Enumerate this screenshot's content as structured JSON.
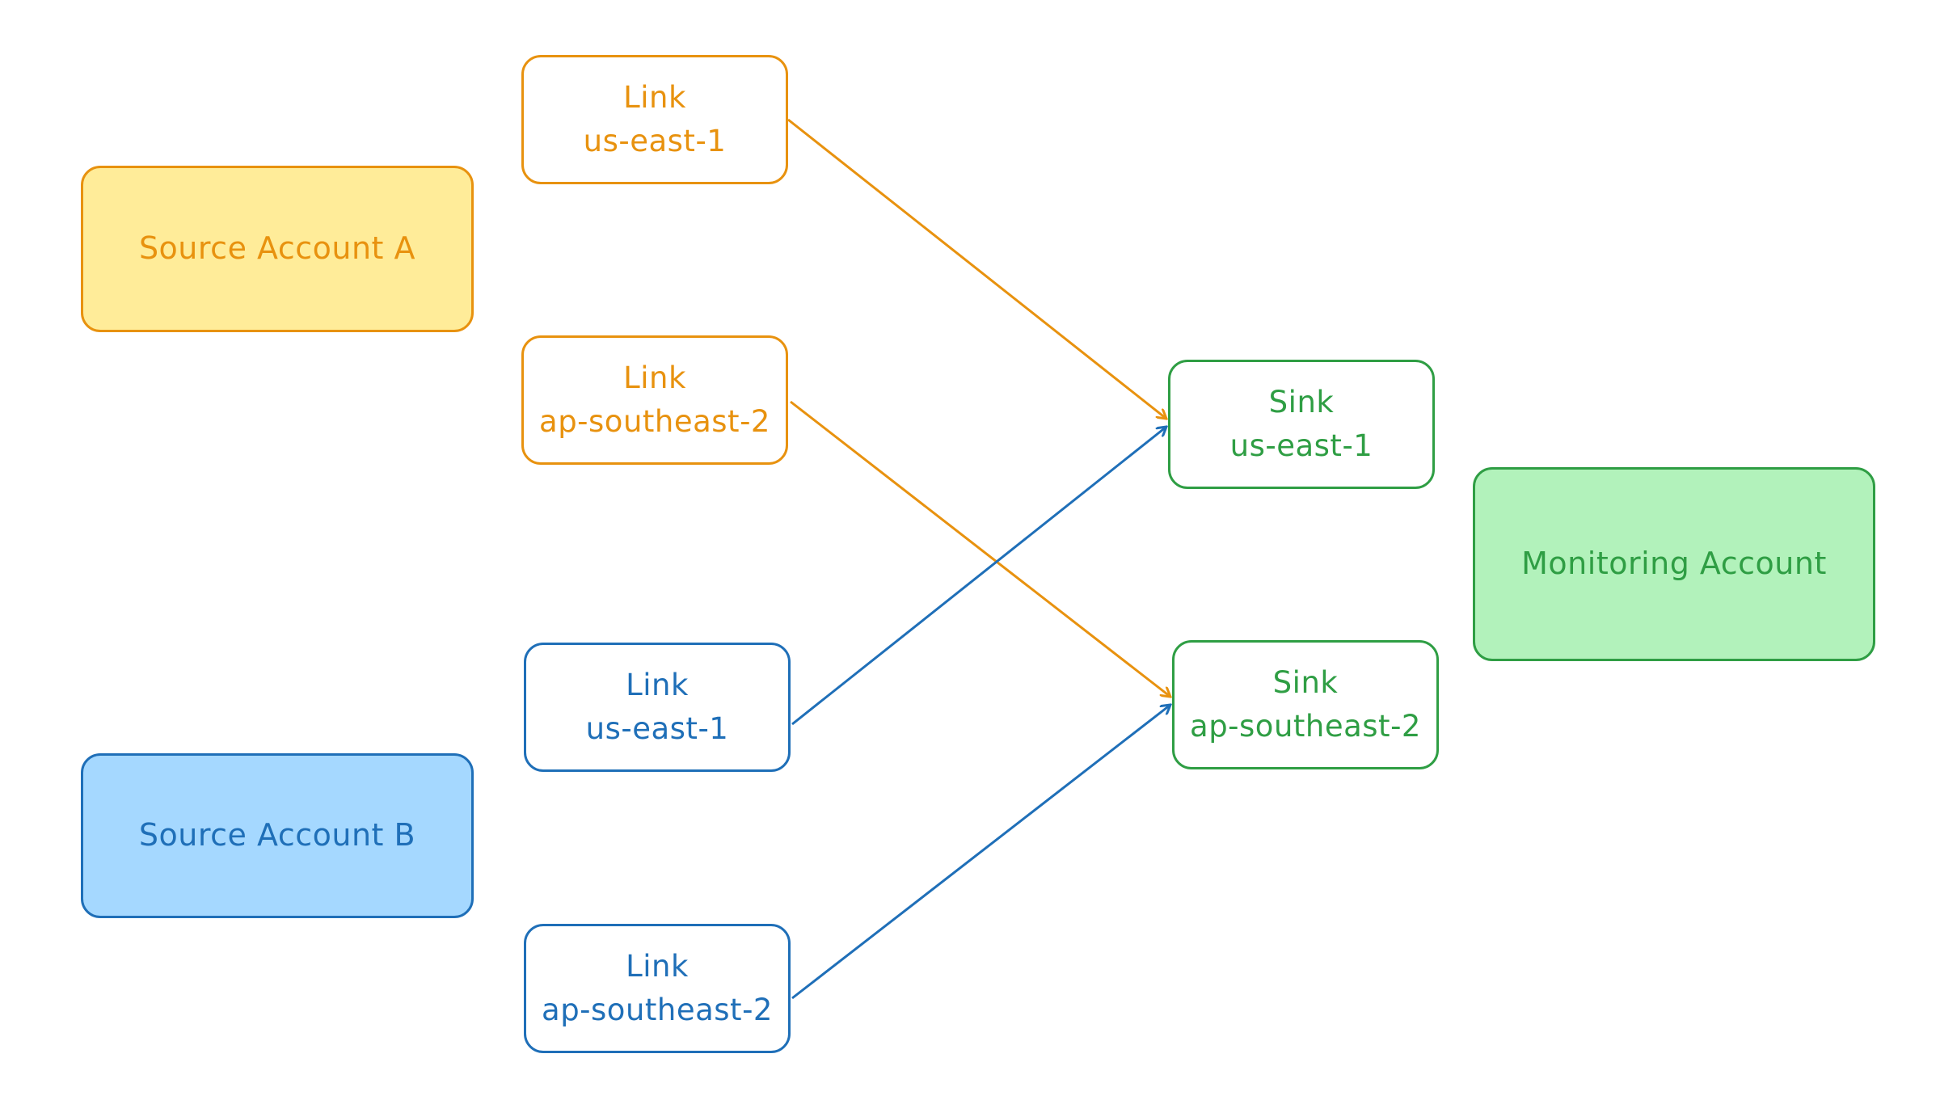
{
  "colors": {
    "orange": "#e8920f",
    "blue": "#1f6fb8",
    "green": "#2f9e44",
    "yellow_fill": "#ffec99",
    "blue_fill": "#a5d8ff",
    "green_fill": "#b2f2bb"
  },
  "accounts": {
    "source_a": "Source Account A",
    "source_b": "Source Account B",
    "monitoring": "Monitoring Account"
  },
  "links": [
    {
      "title": "Link",
      "region": "us-east-1"
    },
    {
      "title": "Link",
      "region": "ap-southeast-2"
    },
    {
      "title": "Link",
      "region": "us-east-1"
    },
    {
      "title": "Link",
      "region": "ap-southeast-2"
    }
  ],
  "sinks": [
    {
      "title": "Sink",
      "region": "us-east-1"
    },
    {
      "title": "Sink",
      "region": "ap-southeast-2"
    }
  ]
}
